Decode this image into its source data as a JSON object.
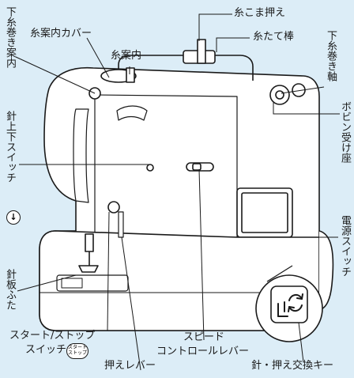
{
  "labels": {
    "bobbin_winder_guide": "下糸巻き案内",
    "thread_guide_cover": "糸案内カバー",
    "thread_guide": "糸案内",
    "spool_cap": "糸こま押え",
    "spool_pin": "糸たて棒",
    "bobbin_winder_shaft": "下糸巻き軸",
    "bobbin_seat": "ボビン受け座",
    "needle_position_switch": "針上下スイッチ",
    "needle_plate_cover": "針板ふた",
    "power_switch": "電源スイッチ",
    "start_stop_line1": "スタート/ストップ",
    "start_stop_line2": "スイッチ",
    "speed_control_line1": "スピード",
    "speed_control_line2": "コントロールレバー",
    "presser_foot_lever": "押えレバー",
    "needle_foot_exchange_key": "針・押え交換キー"
  },
  "icons": {
    "start_stop_icon_text_1": "スタート",
    "start_stop_icon_text_2": "ストップ",
    "needle_icon": "needle-up-down-icon",
    "exchange_key_icon": "presser-foot-exchange-icon"
  },
  "colors": {
    "background": "#dcedf7",
    "machine_body": "#ffffff",
    "outline": "#1a1a1a",
    "leader_line": "#1a1a1a"
  }
}
